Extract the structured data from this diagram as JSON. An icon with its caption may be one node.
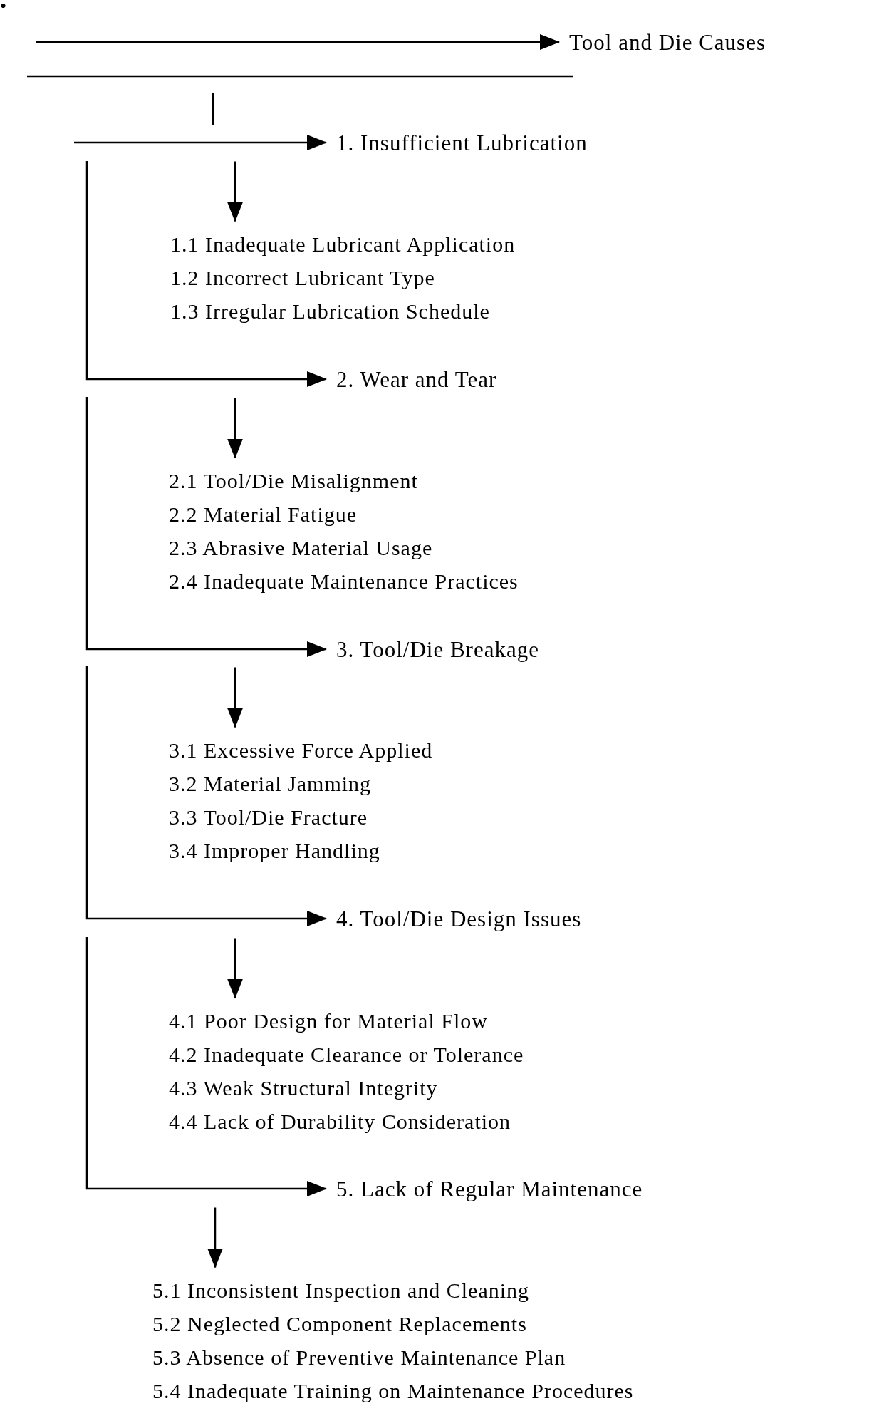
{
  "diagram": {
    "nodes": [
      {
        "text": [
          "Tool and Die Causes"
        ]
      },
      {
        "text": [
          "1. Insufficient Lubrication"
        ]
      },
      {
        "text": [
          "1.1 Inadequate Lubricant Application",
          "1.2 Incorrect Lubricant Type",
          "1.3 Irregular Lubrication Schedule"
        ]
      },
      {
        "text": [
          "2. Wear and Tear"
        ]
      },
      {
        "text": [
          "2.1 Tool/Die Misalignment",
          "2.2 Material Fatigue",
          "2.3 Abrasive Material Usage",
          "2.4 Inadequate Maintenance Practices"
        ]
      },
      {
        "text": [
          "3. Tool/Die Breakage"
        ]
      },
      {
        "text": [
          "3.1 Excessive Force Applied",
          "3.2 Material Jamming",
          "3.3 Tool/Die Fracture",
          "3.4 Improper Handling"
        ]
      },
      {
        "text": [
          "4. Tool/Die Design Issues"
        ]
      },
      {
        "text": [
          "4.1 Poor Design for Material Flow",
          "4.2 Inadequate Clearance or Tolerance",
          "4.3 Weak Structural Integrity",
          "4.4 Lack of Durability Consideration"
        ]
      },
      {
        "text": [
          "5. Lack of Regular Maintenance"
        ]
      },
      {
        "text": [
          "5.1 Inconsistent Inspection and Cleaning",
          "5.2 Neglected Component Replacements",
          "5.3 Absence of Preventive Maintenance Plan",
          "5.4 Inadequate Training on Maintenance Procedures"
        ]
      }
    ],
    "edges": [
      {
        "from": null,
        "to": 0,
        "arrow": "to"
      },
      {
        "from": null,
        "to": 1,
        "arrow": "to"
      },
      {
        "from": null,
        "to": 2,
        "arrow": "to"
      },
      {
        "from": null,
        "to": 3,
        "arrow": "to"
      },
      {
        "from": null,
        "to": 4,
        "arrow": "to"
      },
      {
        "from": null,
        "to": 5,
        "arrow": "to"
      },
      {
        "from": null,
        "to": 6,
        "arrow": "to"
      },
      {
        "from": null,
        "to": 7,
        "arrow": "to"
      },
      {
        "from": null,
        "to": 8,
        "arrow": "to"
      },
      {
        "from": null,
        "to": 9,
        "arrow": "to"
      },
      {
        "from": null,
        "to": 10,
        "arrow": "to"
      }
    ],
    "labels": [
      "•"
    ]
  }
}
